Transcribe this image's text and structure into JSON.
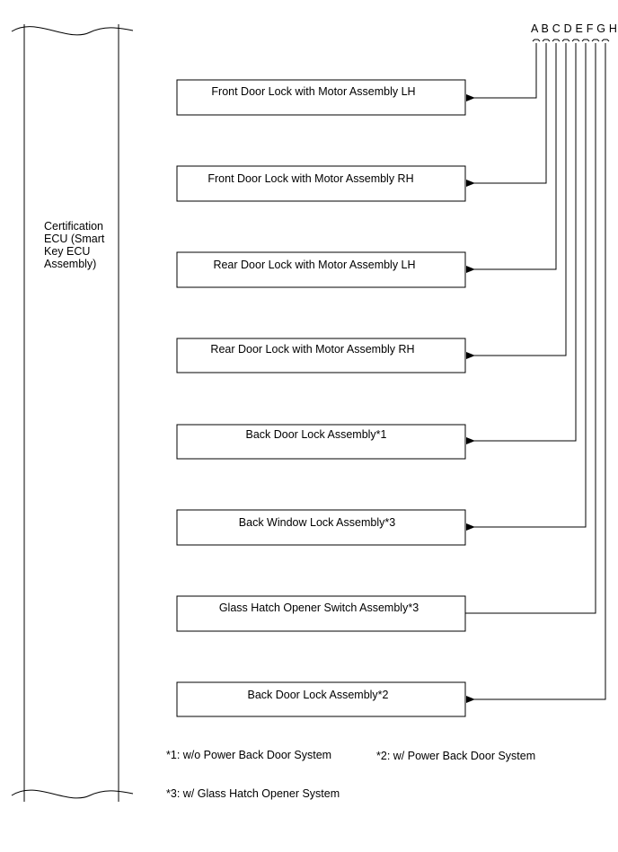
{
  "ecu": {
    "label_lines": [
      "Certification",
      "ECU (Smart",
      "Key ECU",
      "Assembly)"
    ]
  },
  "connector": {
    "letters": "A B C D E F G H",
    "pins": [
      "A",
      "B",
      "C",
      "D",
      "E",
      "F",
      "G",
      "H"
    ]
  },
  "components": [
    {
      "label": "Front Door Lock with Motor Assembly LH",
      "pin": "A",
      "arrow": true
    },
    {
      "label": "Front Door Lock with Motor Assembly RH",
      "pin": "B",
      "arrow": true
    },
    {
      "label": "Rear Door Lock with Motor Assembly LH",
      "pin": "C",
      "arrow": true
    },
    {
      "label": "Rear Door Lock with Motor Assembly RH",
      "pin": "D",
      "arrow": true
    },
    {
      "label": "Back Door Lock Assembly*1",
      "pin": "E",
      "arrow": true
    },
    {
      "label": "Back Window Lock Assembly*3",
      "pin": "F",
      "arrow": true
    },
    {
      "label": "Glass Hatch Opener Switch Assembly*3",
      "pin": "G",
      "arrow": false
    },
    {
      "label": "Back Door Lock Assembly*2",
      "pin": "H",
      "arrow": true
    }
  ],
  "notes": {
    "note1": "*1: w/o Power Back Door System",
    "note2": "*2: w/ Power Back Door System",
    "note3": "*3: w/ Glass Hatch Opener System"
  },
  "colors": {
    "line": "#000000",
    "background": "#ffffff"
  }
}
